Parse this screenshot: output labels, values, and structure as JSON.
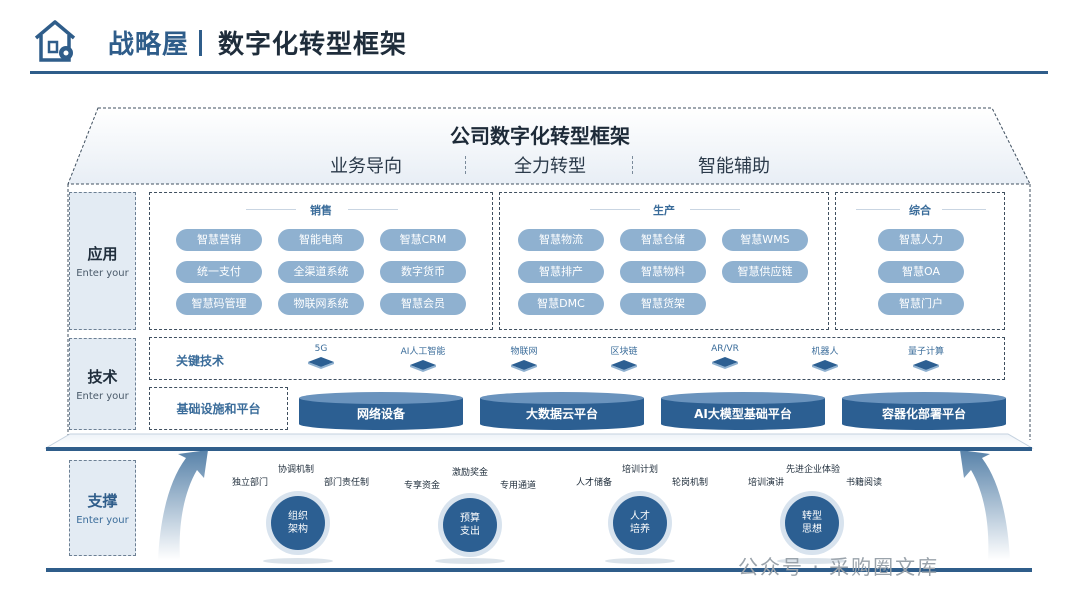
{
  "header": {
    "title": "战略屋",
    "subtitle": "数字化转型框架"
  },
  "roof": {
    "title": "公司数字化转型框架",
    "items": [
      "业务导向",
      "全力转型",
      "智能辅助"
    ]
  },
  "layers": {
    "app": {
      "label": "应用",
      "sub": "Enter your"
    },
    "tech": {
      "label": "技术",
      "sub": "Enter your"
    },
    "support": {
      "label": "支撑",
      "sub": "Enter your"
    }
  },
  "panels": {
    "sales": {
      "title": "销售",
      "items": [
        "智慧营销",
        "智能电商",
        "智慧CRM",
        "统一支付",
        "全渠道系统",
        "数字货币",
        "智慧码管理",
        "物联网系统",
        "智慧会员"
      ]
    },
    "production": {
      "title": "生产",
      "items": [
        "智慧物流",
        "智慧仓储",
        "智慧WMS",
        "智慧排产",
        "智慧物料",
        "智慧供应链",
        "智慧DMC",
        "智慧货架"
      ]
    },
    "general": {
      "title": "综合",
      "items": [
        "智慧人力",
        "智慧OA",
        "智慧门户"
      ]
    }
  },
  "tech": {
    "key_label": "关键技术",
    "items": [
      "5G",
      "AI人工智能",
      "物联网",
      "区块链",
      "AR/VR",
      "机器人",
      "量子计算"
    ]
  },
  "infra": {
    "label": "基础设施和平台",
    "items": [
      "网络设备",
      "大数据云平台",
      "AI大模型基础平台",
      "容器化部署平台"
    ]
  },
  "support": {
    "groups": [
      {
        "core": [
          "组织",
          "架构"
        ],
        "caps": [
          "协调机制",
          "独立部门",
          "部门责任制"
        ]
      },
      {
        "core": [
          "预算",
          "支出"
        ],
        "caps": [
          "激励奖金",
          "专享资金",
          "专用通道"
        ]
      },
      {
        "core": [
          "人才",
          "培养"
        ],
        "caps": [
          "培训计划",
          "人才储备",
          "轮岗机制"
        ]
      },
      {
        "core": [
          "转型",
          "思想"
        ],
        "caps": [
          "先进企业体验",
          "培训演讲",
          "书籍阅读"
        ]
      }
    ]
  },
  "watermark": "公众号 · 采购圈文库",
  "colors": {
    "primary": "#2f5d8a",
    "pill": "#8fb1d0",
    "cylinder": "#2c5f92",
    "side_bg": "#e3ebf3"
  }
}
